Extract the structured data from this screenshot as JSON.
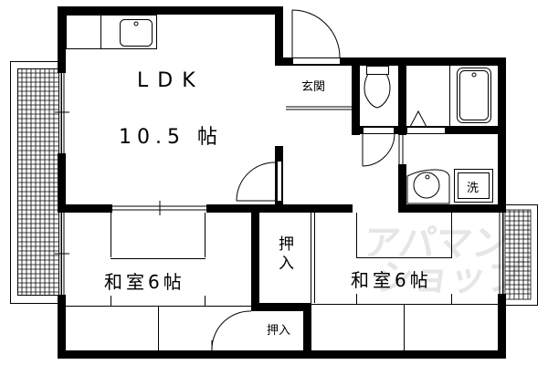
{
  "floorplan": {
    "rooms": {
      "ldk": {
        "name": "LDK",
        "size": "10.5 帖"
      },
      "genkan": {
        "name": "玄関"
      },
      "washroom": {
        "name": "洗"
      },
      "washitsu_left": {
        "name": "和室6帖"
      },
      "washitsu_right": {
        "name": "和室6帖"
      },
      "closet_center": {
        "name": "押入"
      },
      "closet_small": {
        "name": "押入"
      }
    },
    "watermark": {
      "line1": "アパマン",
      "line2": "ショップ"
    },
    "colors": {
      "wall": "#000000",
      "background": "#ffffff",
      "watermark": "#e6e6e6"
    }
  }
}
